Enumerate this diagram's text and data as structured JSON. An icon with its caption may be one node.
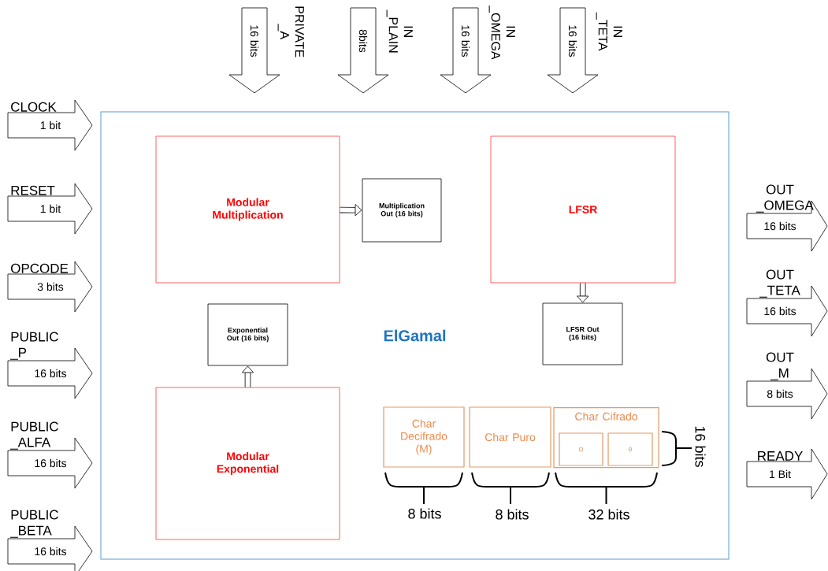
{
  "diagram": {
    "nodes": [
      {
        "text": [
          "ElGamal"
        ]
      },
      {
        "text": [
          "Modular Multiplication"
        ],
        "in": 0
      },
      {
        "text": [
          "Multiplication Out (16 bits)"
        ],
        "in": 0
      },
      {
        "text": [
          "LFSR"
        ],
        "in": 0
      },
      {
        "text": [
          "Exponential Out (16 bits)"
        ],
        "in": 0
      },
      {
        "text": [
          "LFSR Out (16 bits)"
        ],
        "in": 0
      },
      {
        "text": [
          "Modular Exponential"
        ],
        "in": 0
      },
      {
        "text": [
          "Char Decifrado (M)"
        ],
        "in": 0
      },
      {
        "text": [
          "Char Puro"
        ],
        "in": 0
      },
      {
        "text": [
          "Char Cifrado"
        ],
        "in": 0
      },
      {
        "text": [
          "Ω"
        ],
        "in": 9
      },
      {
        "text": [
          "θ"
        ],
        "in": 9
      },
      {
        "text": [
          "CLOCK",
          "1 bit"
        ]
      },
      {
        "text": [
          "RESET",
          "1 bit"
        ]
      },
      {
        "text": [
          "OPCODE",
          "3 bits"
        ]
      },
      {
        "text": [
          "PUBLIC _P",
          "16 bits"
        ]
      },
      {
        "text": [
          "PUBLIC _ALFA",
          "16 bits"
        ]
      },
      {
        "text": [
          "PUBLIC _BETA",
          "16 bits"
        ]
      },
      {
        "text": [
          "PRIVATE _A",
          "16 bits"
        ]
      },
      {
        "text": [
          "IN _PLAIN",
          "8bits"
        ]
      },
      {
        "text": [
          "IN _OMEGA",
          "16 bits"
        ]
      },
      {
        "text": [
          "IN _TETA",
          "16 bits"
        ]
      },
      {
        "text": [
          "OUT _OMEGA",
          "16 bits"
        ]
      },
      {
        "text": [
          "OUT _TETA",
          "16 bits"
        ]
      },
      {
        "text": [
          "OUT _M",
          "8 bits"
        ]
      },
      {
        "text": [
          "READY",
          "1 Bit"
        ]
      }
    ],
    "edges": [
      {
        "from": 1,
        "to": 2,
        "arrow": "to"
      },
      {
        "from": 3,
        "to": 5,
        "arrow": "to"
      },
      {
        "from": 6,
        "to": 4,
        "arrow": "to"
      }
    ],
    "labels": [
      "8 bits",
      "8 bits",
      "32 bits",
      "16 bits"
    ]
  }
}
